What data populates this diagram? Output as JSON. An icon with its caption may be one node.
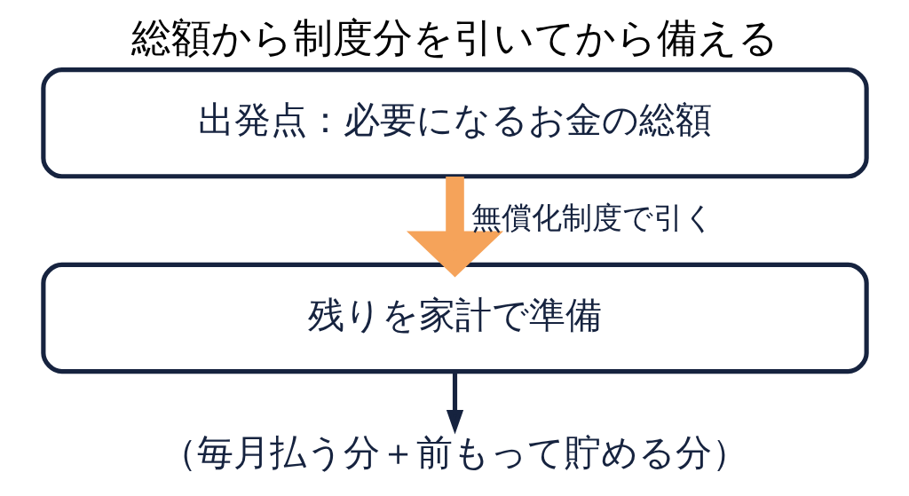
{
  "diagram": {
    "title": "総額から制度分を引いてから備える",
    "nodes": [
      {
        "text": [
          "出発点：必要になるお金の総額"
        ]
      },
      {
        "text": [
          "残りを家計で準備"
        ]
      },
      {
        "text": [
          "（毎月払う分＋前もって貯める分）"
        ]
      }
    ],
    "edges": [
      {
        "from": 0,
        "to": 1,
        "arrow": "to",
        "label": "無償化制度で引く",
        "style": "thick",
        "color": "#f5a35a"
      },
      {
        "from": 1,
        "to": 2,
        "arrow": "to",
        "color": "#16233f"
      }
    ]
  }
}
